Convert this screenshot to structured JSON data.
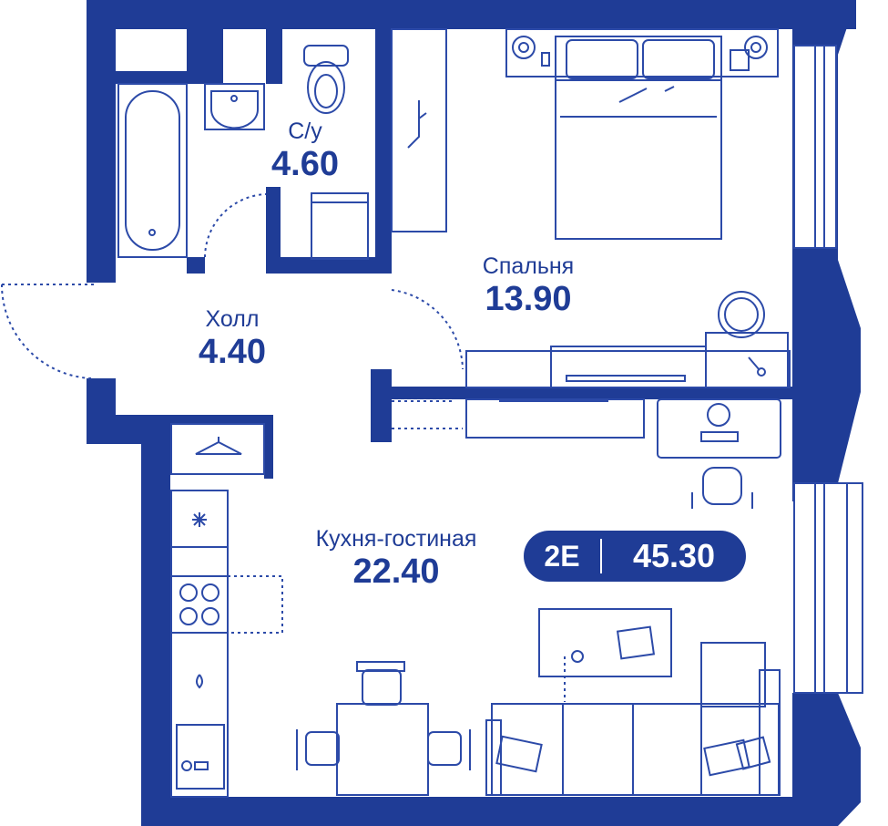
{
  "colors": {
    "wall": "#1f3c96",
    "line": "#2c4aa8",
    "background": "#ffffff"
  },
  "rooms": [
    {
      "id": "bathroom",
      "name": "С/у",
      "area": "4.60"
    },
    {
      "id": "hall",
      "name": "Холл",
      "area": "4.40"
    },
    {
      "id": "bedroom",
      "name": "Спальня",
      "area": "13.90"
    },
    {
      "id": "living",
      "name": "Кухня-гостиная",
      "area": "22.40"
    }
  ],
  "apartment": {
    "type": "2Е",
    "total_area": "45.30"
  },
  "icons": [
    "bathtub-icon",
    "sink-icon",
    "toilet-icon",
    "washer-icon",
    "wardrobe-icon",
    "bed-icon",
    "desk-icon",
    "chair-icon",
    "stove-icon",
    "fridge-icon",
    "sofa-icon",
    "dining-table-icon"
  ]
}
